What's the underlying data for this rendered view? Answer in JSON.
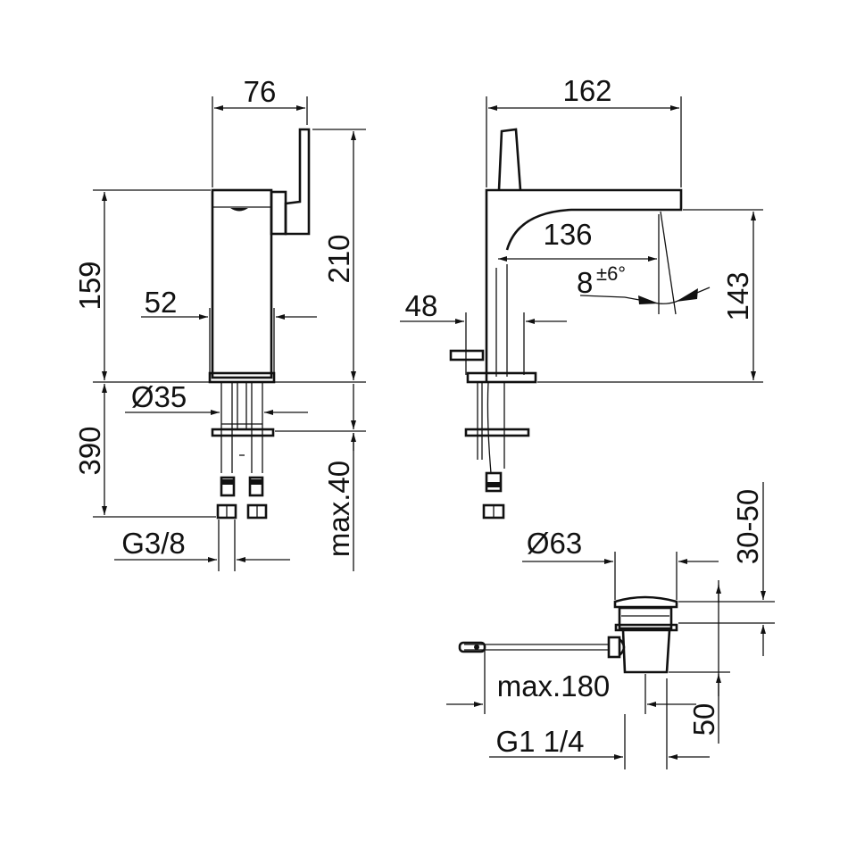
{
  "drawing": {
    "front_view": {
      "width_top": "76",
      "height_body": "159",
      "height_total": "210",
      "body_width": "52",
      "hole_diameter": "Ø35",
      "hose_length": "390",
      "connection": "G3/8",
      "max_deck": "max.40"
    },
    "side_view": {
      "length_total": "162",
      "projection": "136",
      "angle": "8",
      "angle_tolerance": "±6°",
      "spout_height": "143",
      "lever_offset": "48"
    },
    "waste_view": {
      "plug_diameter": "Ø63",
      "stroke": "30-50",
      "rod_length": "max.180",
      "height": "50",
      "thread": "G1 1/4"
    }
  }
}
